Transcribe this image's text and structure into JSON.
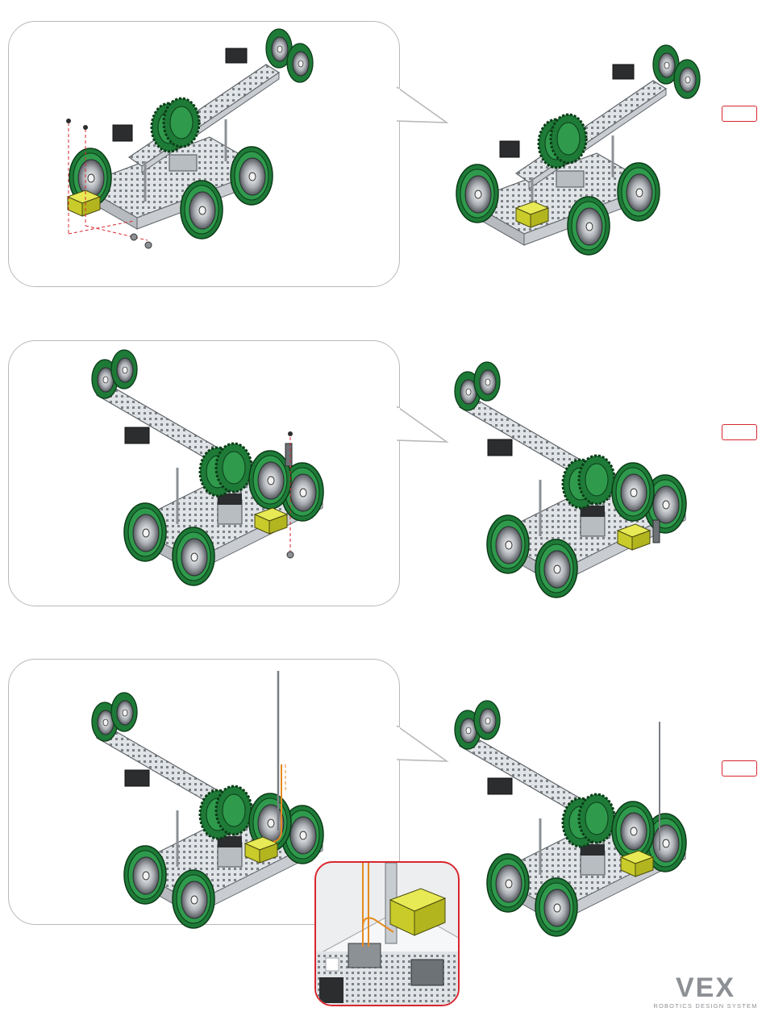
{
  "page": {
    "background": "#ffffff",
    "bubble_border_color": "#b9b9b9",
    "accent_color": "#d8262e",
    "wheel_color": "#1e7a37",
    "structure_color": "#d9dcdf",
    "module_color": "#d6d832"
  },
  "steps": [
    {
      "id": "step-1",
      "step_label": "",
      "hardware": [
        "screw-icon",
        "screw-icon",
        "nut-icon",
        "nut-icon"
      ],
      "part": "yellow-sensor-module"
    },
    {
      "id": "step-2",
      "step_label": "",
      "hardware": [
        "screw-icon",
        "nut-icon"
      ],
      "part": "standoff-bracket"
    },
    {
      "id": "step-3",
      "step_label": "",
      "hardware": [
        "antenna-rod-icon",
        "orange-antenna-tube-icon"
      ],
      "part": "antenna"
    }
  ],
  "inset": {
    "icon": "antenna-mount-detail-icon"
  },
  "logo": {
    "wordmark": "VEX",
    "tagline": "ROBOTICS DESIGN SYSTEM",
    "color": "#8d9094"
  }
}
